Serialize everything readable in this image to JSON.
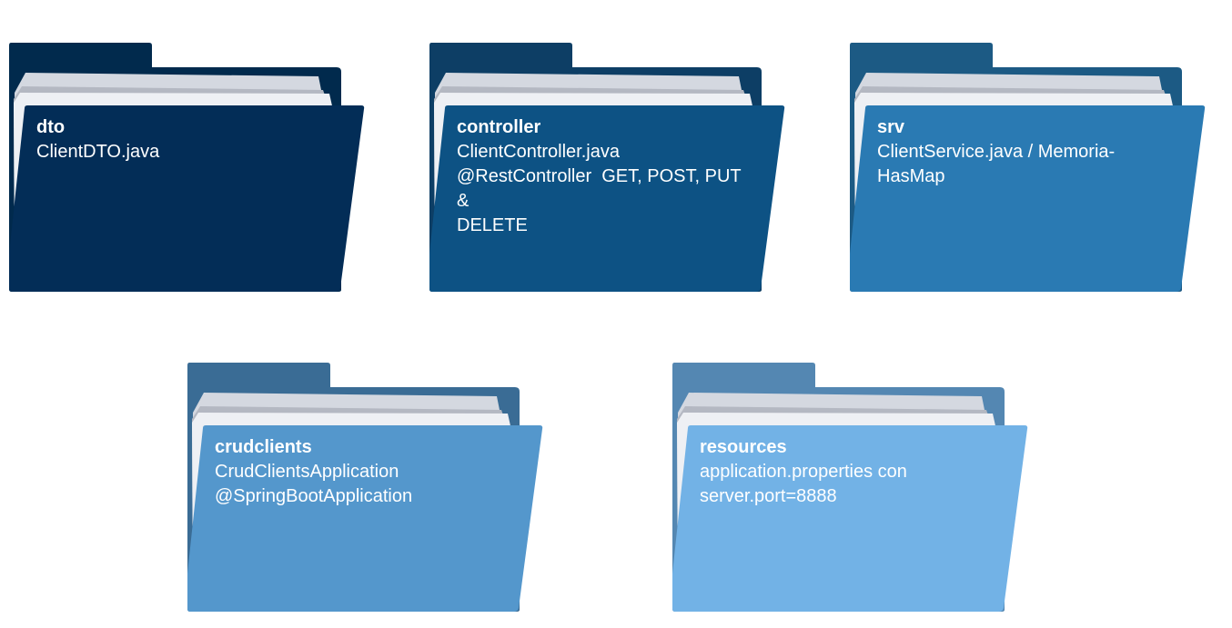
{
  "folders": [
    {
      "title": "dto",
      "lines": [
        "ClientDTO.java"
      ],
      "color_back": "#012a4d",
      "color_front": "#032d57"
    },
    {
      "title": "controller",
      "lines": [
        "ClientController.java",
        "@RestController  GET, POST, PUT &",
        "DELETE"
      ],
      "color_back": "#0d3e65",
      "color_front": "#0d5284"
    },
    {
      "title": "srv",
      "lines": [
        "ClientService.java / Memoria-",
        "HasMap"
      ],
      "color_back": "#1c5a84",
      "color_front": "#2a7ab3"
    },
    {
      "title": "crudclients",
      "lines": [
        "CrudClientsApplication",
        "@SpringBootApplication"
      ],
      "color_back": "#3a6c95",
      "color_front": "#5497cc"
    },
    {
      "title": "resources",
      "lines": [
        "application.properties con",
        "server.port=8888"
      ],
      "color_back": "#5487b2",
      "color_front": "#72b2e6"
    }
  ]
}
